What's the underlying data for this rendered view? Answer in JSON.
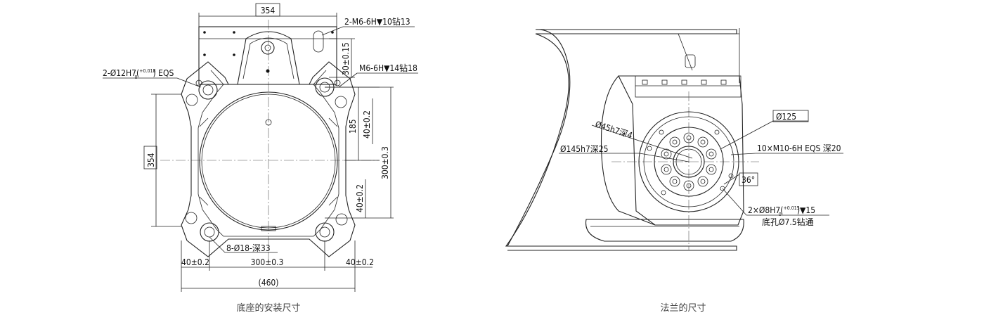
{
  "left_view": {
    "caption": "底座的安装尺寸",
    "top_width": "354",
    "thread_top": "2-M6-6H▼10钻13",
    "dim_30": "30±0.15",
    "thread_side": "M6-6H▼14钻18",
    "pin_hole_a": "2-Ø12H7(",
    "pin_hole_tol_upper": "+0.018",
    "pin_hole_tol_lower": "0",
    "pin_hole_b": ") EQS",
    "dim_185": "185",
    "dim_40a": "40±0.2",
    "dim_300_vert": "300±0.3",
    "dim_40b": "40±0.2",
    "dim_354_vert": "354",
    "mount_holes": "8-Ø18-深33",
    "dim_40_left": "40±0.2",
    "dim_300_horiz": "300±0.3",
    "dim_40_right": "40±0.2",
    "overall": "(460)"
  },
  "right_view": {
    "caption": "法兰的尺寸",
    "d125": "Ø125",
    "d45": "Ø45h7深4",
    "d145": "Ø145h7深25",
    "thread": "10×M10-6H EQS 深20",
    "angle": "36°",
    "pin_a": "2×Ø8H7(",
    "pin_tol_upper": "+0.015",
    "pin_tol_lower": "0",
    "pin_b": ")▼15",
    "bottom_hole": "底孔Ø7.5钻通"
  }
}
